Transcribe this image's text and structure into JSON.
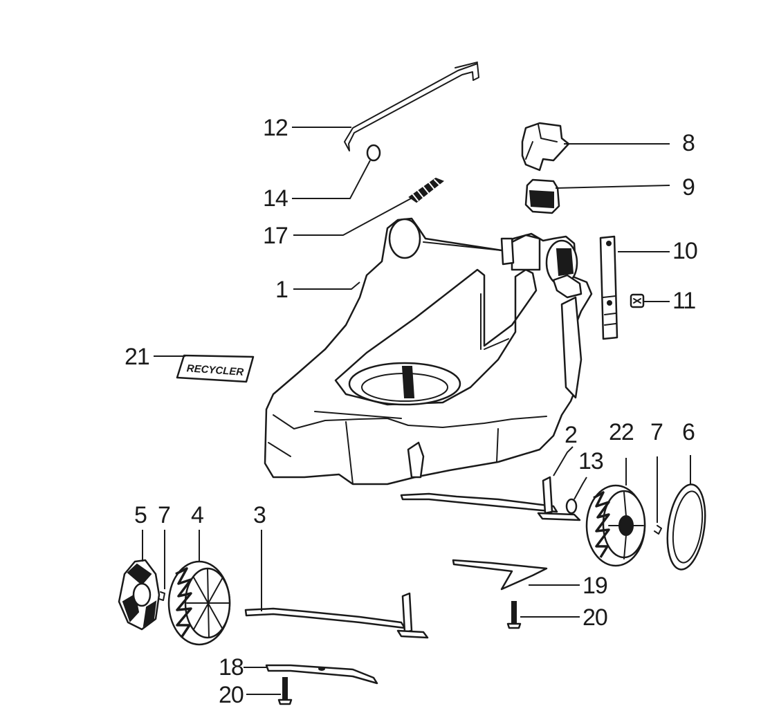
{
  "callouts": {
    "c1": "1",
    "c2": "2",
    "c3": "3",
    "c4": "4",
    "c5": "5",
    "c6": "6",
    "c7a": "7",
    "c7b": "7",
    "c8": "8",
    "c9": "9",
    "c10": "10",
    "c11": "11",
    "c12": "12",
    "c13": "13",
    "c14": "14",
    "c17": "17",
    "c18": "18",
    "c19": "19",
    "c20a": "20",
    "c20b": "20",
    "c21": "21",
    "c22": "22"
  },
  "decal": {
    "text": "RECYCLER"
  },
  "colors": {
    "ink": "#1a1a1a",
    "paper": "#ffffff"
  }
}
